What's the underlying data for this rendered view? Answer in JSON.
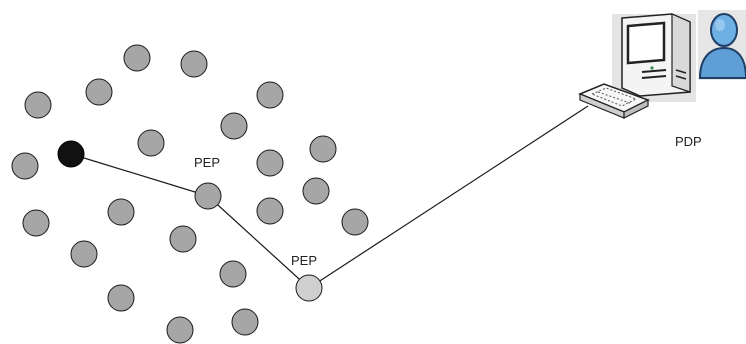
{
  "labels": {
    "pep_top": "PEP",
    "pep_bottom": "PEP",
    "pdp": "PDP"
  },
  "colors": {
    "node_gray": "#a6a6a6",
    "node_source": "#111111",
    "node_pep_bottom": "#cfcfcf",
    "node_stroke": "#1a1a1a",
    "link": "#1a1a1a"
  },
  "icons": [
    "desktop-computer-icon",
    "user-person-icon"
  ]
}
